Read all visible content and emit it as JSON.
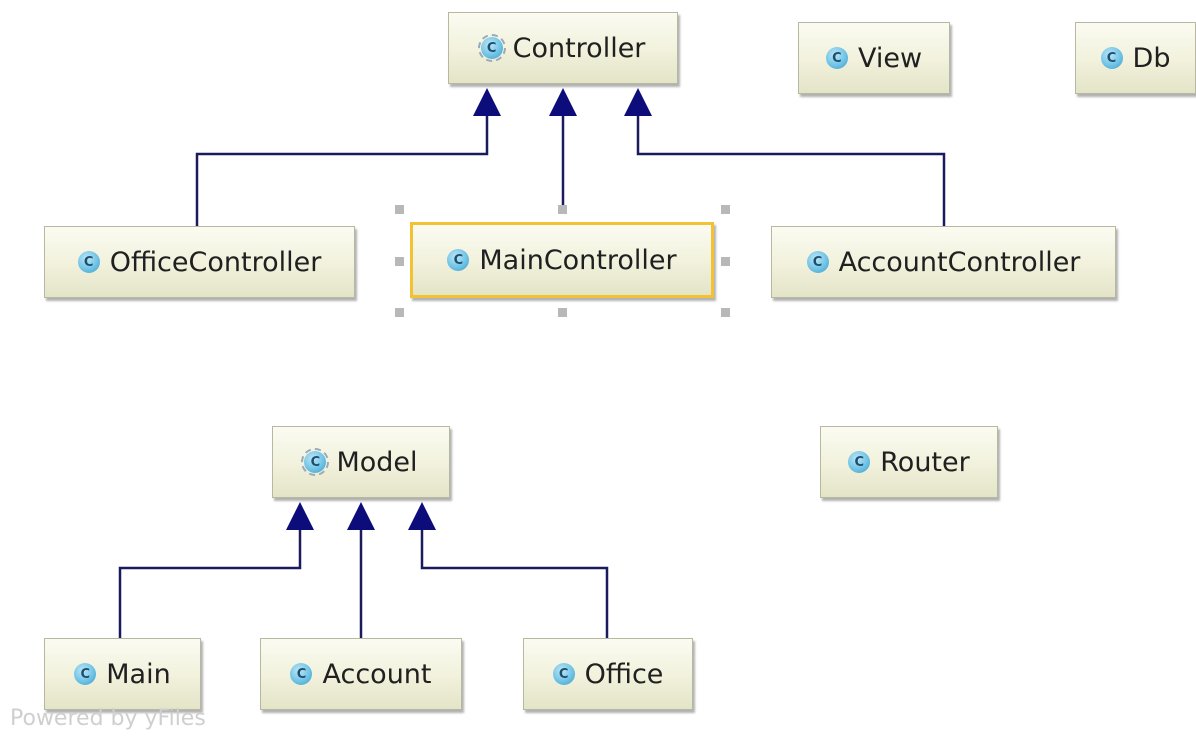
{
  "classes": {
    "controller": {
      "name": "Controller",
      "icon": "class-abstract-icon"
    },
    "view": {
      "name": "View",
      "icon": "class-icon"
    },
    "db": {
      "name": "Db",
      "icon": "class-icon"
    },
    "office_controller": {
      "name": "OfficeController",
      "icon": "class-icon"
    },
    "main_controller": {
      "name": "MainController",
      "icon": "class-icon",
      "selected": true
    },
    "account_controller": {
      "name": "AccountController",
      "icon": "class-icon"
    },
    "model": {
      "name": "Model",
      "icon": "class-abstract-icon"
    },
    "router": {
      "name": "Router",
      "icon": "class-icon"
    },
    "main": {
      "name": "Main",
      "icon": "class-icon"
    },
    "account": {
      "name": "Account",
      "icon": "class-icon"
    },
    "office": {
      "name": "Office",
      "icon": "class-icon"
    }
  },
  "class_icon_glyph": "C",
  "inheritance": [
    {
      "from": "office_controller",
      "to": "controller"
    },
    {
      "from": "main_controller",
      "to": "controller"
    },
    {
      "from": "account_controller",
      "to": "controller"
    },
    {
      "from": "main",
      "to": "model"
    },
    {
      "from": "account",
      "to": "model"
    },
    {
      "from": "office",
      "to": "model"
    }
  ],
  "colors": {
    "edge": "#1a1a5e",
    "arrowhead": "#0c0c7a",
    "selection": "#f2c233"
  },
  "watermark": "Powered by yFiles"
}
